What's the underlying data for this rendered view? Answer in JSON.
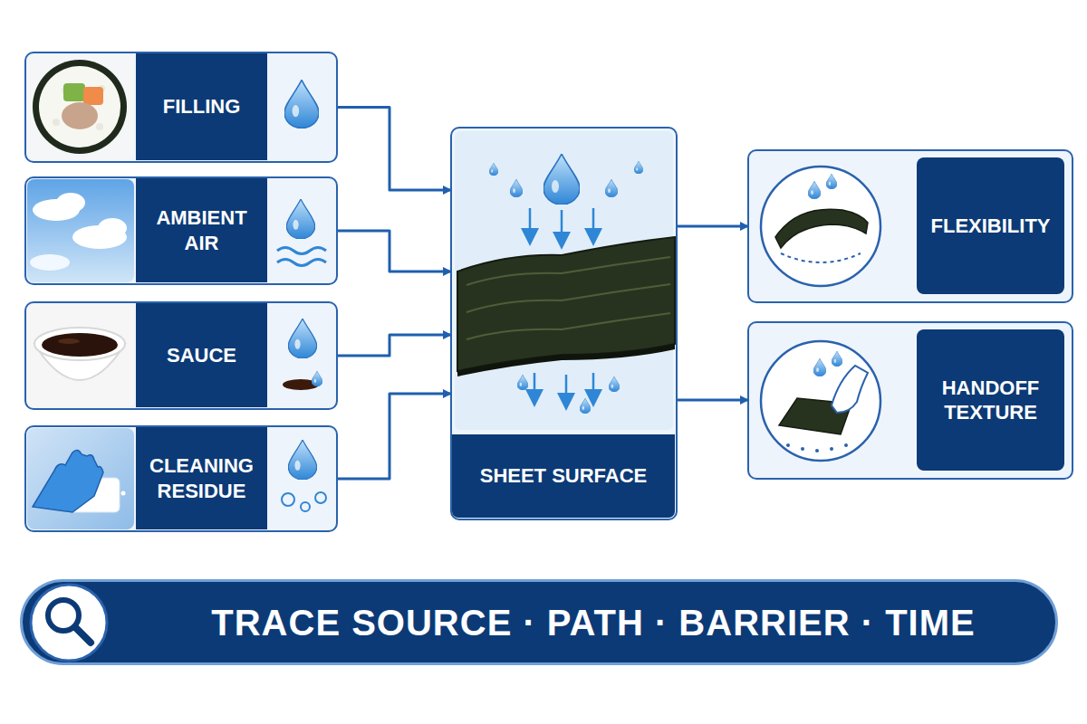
{
  "diagram": {
    "nodes": [
      {
        "text": [
          "FILLING"
        ]
      },
      {
        "text": [
          "AMBIENT AIR"
        ]
      },
      {
        "text": [
          "SAUCE"
        ]
      },
      {
        "text": [
          "CLEANING RESIDUE"
        ]
      },
      {
        "text": [
          "SHEET SURFACE"
        ]
      },
      {
        "text": [
          "FLEXIBILITY"
        ]
      },
      {
        "text": [
          "HANDOFF TEXTURE"
        ]
      },
      {
        "text": [
          "TRACE SOURCE · PATH · BARRIER · TIME"
        ]
      }
    ],
    "edges": [
      {
        "from": 0,
        "to": 4,
        "arrow": "to"
      },
      {
        "from": 1,
        "to": 4,
        "arrow": "to"
      },
      {
        "from": 2,
        "to": 4,
        "arrow": "to"
      },
      {
        "from": 3,
        "to": 4,
        "arrow": "to"
      },
      {
        "from": 4,
        "to": 5,
        "arrow": "to"
      },
      {
        "from": 4,
        "to": 6,
        "arrow": "to"
      }
    ]
  }
}
